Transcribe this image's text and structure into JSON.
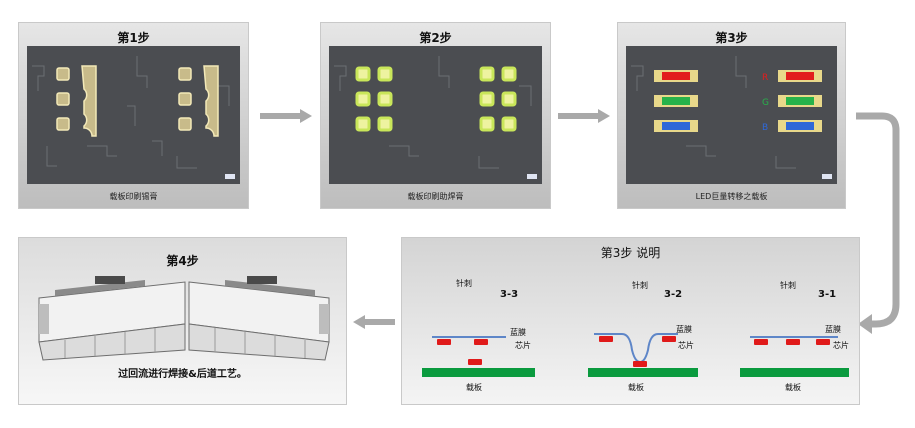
{
  "steps": [
    {
      "title": "第1步",
      "caption": "载板印刷锡膏"
    },
    {
      "title": "第2步",
      "caption": "载板印刷助焊膏"
    },
    {
      "title": "第3步",
      "caption": "LED巨量转移之载板",
      "rgb": [
        "R",
        "G",
        "B"
      ]
    },
    {
      "title": "第4步",
      "caption": "过回流进行焊接&后道工艺。"
    }
  ],
  "explain": {
    "title": "第3步 说明",
    "cols": [
      {
        "needle": "针刺",
        "code": "3-3",
        "film": "蓝膜",
        "chip": "芯片",
        "board": "载板"
      },
      {
        "needle": "针刺",
        "code": "3-2",
        "film": "蓝膜",
        "chip": "芯片",
        "board": "载板"
      },
      {
        "needle": "针刺",
        "code": "3-1",
        "film": "蓝膜",
        "chip": "芯片",
        "board": "载板"
      }
    ]
  },
  "colors": {
    "board": "#0a9a3e",
    "chip": "#e01a1a",
    "film": "#5e86c8",
    "pad": "#e9dca4"
  }
}
